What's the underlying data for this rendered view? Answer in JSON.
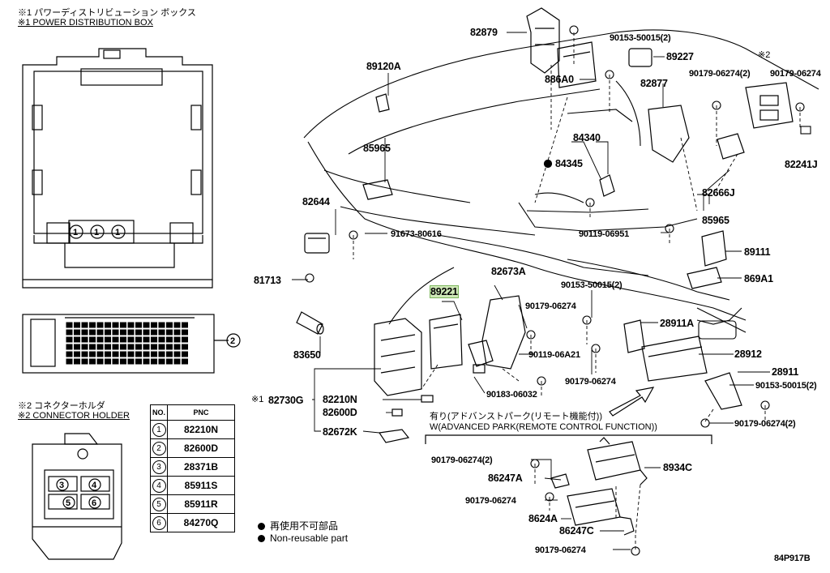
{
  "diagram_code": "84P917B",
  "header": {
    "pdb_jp": "※1 パワーディストリビューション ボックス",
    "pdb_en": "※1 POWER DISTRIBUTION BOX",
    "conn_jp": "※2 コネクターホルダ",
    "conn_en": "※2 CONNECTOR HOLDER",
    "mark2": "※2",
    "mark1": "※1"
  },
  "callouts": {
    "c82879": "82879",
    "c90153a": "90153-50015(2)",
    "c89227": "89227",
    "c886a0": "886A0",
    "c89120a": "89120A",
    "c82877": "82877",
    "c90179a": "90179-06274(2)",
    "c90179b": "90179-06274",
    "c85965a": "85965",
    "c84340": "84340",
    "c84345": "84345",
    "c82241j": "82241J",
    "c82644": "82644",
    "c82666j": "82666J",
    "c85965b": "85965",
    "c91673": "91673-80616",
    "c90119a": "90119-06951",
    "c89111": "89111",
    "c81713": "81713",
    "c82673a": "82673A",
    "c90153b": "90153-50015(2)",
    "c869a1": "869A1",
    "c89221": "89221",
    "c90179c": "90179-06274",
    "c28911a": "28911A",
    "c83650": "83650",
    "c90119b": "90119-06A21",
    "c28912": "28912",
    "c90179d": "90179-06274",
    "c28911": "28911",
    "c90183": "90183-06032",
    "c90153c": "90153-50015(2)",
    "c82730g": "82730G",
    "c82210n": "82210N",
    "c82600d": "82600D",
    "c82672k": "82672K",
    "c90179e": "90179-06274(2)",
    "c90179f": "90179-06274(2)",
    "c86247a": "86247A",
    "c8934c": "8934C",
    "c90179g": "90179-06274",
    "c624a": "8624A",
    "c86247c": "86247C",
    "c90179h": "90179-06274"
  },
  "variant": {
    "jp": "有り(アドバンストパーク(リモート機能付))",
    "en": "W(ADVANCED PARK(REMOTE CONTROL FUNCTION))"
  },
  "pnc_table": {
    "col_no": "NO.",
    "col_pnc": "PNC",
    "rows": [
      {
        "no": "1",
        "pnc": "82210N"
      },
      {
        "no": "2",
        "pnc": "82600D"
      },
      {
        "no": "3",
        "pnc": "28371B"
      },
      {
        "no": "4",
        "pnc": "85911S"
      },
      {
        "no": "5",
        "pnc": "85911R"
      },
      {
        "no": "6",
        "pnc": "84270Q"
      }
    ]
  },
  "legend": {
    "jp": "再使用不可部品",
    "en": "Non-reusable part"
  },
  "pdb_circles": [
    "1",
    "1",
    "1"
  ],
  "pdb_side_circle": "2",
  "conn_circles": [
    "3",
    "4",
    "5",
    "6"
  ]
}
